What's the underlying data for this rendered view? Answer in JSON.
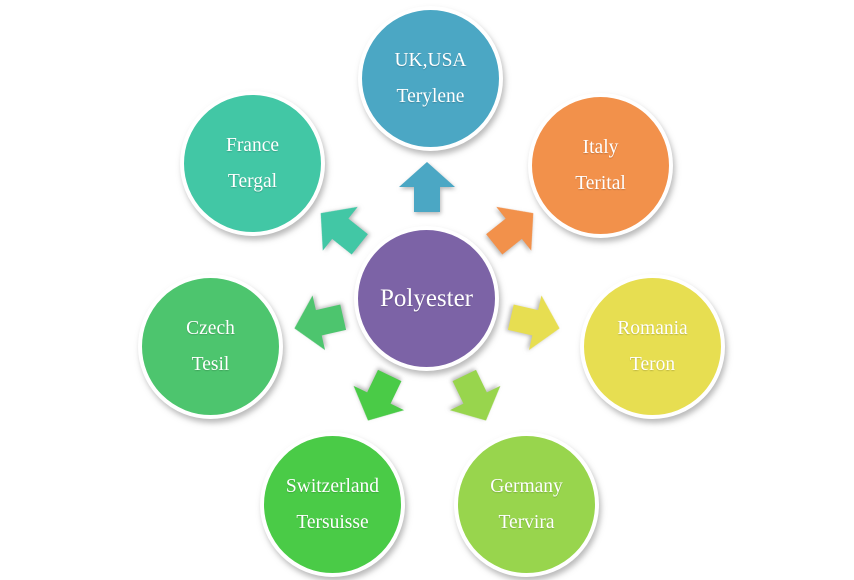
{
  "diagram": {
    "center": {
      "label": "Polyester",
      "color": "#7C63A6"
    },
    "nodes": [
      {
        "country": "UK,USA",
        "trade_name": "Terylene",
        "color": "#4BA7C4"
      },
      {
        "country": "Italy",
        "trade_name": "Terital",
        "color": "#F2914B"
      },
      {
        "country": "Romania",
        "trade_name": "Teron",
        "color": "#E7DE51"
      },
      {
        "country": "Germany",
        "trade_name": "Tervira",
        "color": "#98D54D"
      },
      {
        "country": "Switzerland",
        "trade_name": "Tersuisse",
        "color": "#4ACB47"
      },
      {
        "country": "Czech",
        "trade_name": "Tesil",
        "color": "#4DC56E"
      },
      {
        "country": "France",
        "trade_name": "Tergal",
        "color": "#42C7A5"
      }
    ]
  }
}
